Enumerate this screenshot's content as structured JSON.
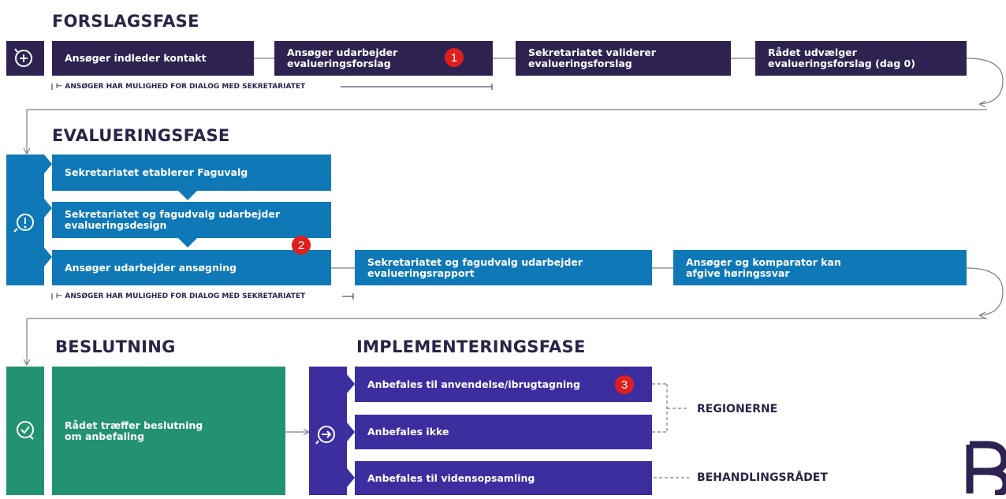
{
  "phases": {
    "forslag": {
      "title": "FORSLAGSFASE",
      "steps": [
        "Ansøger indleder kontakt",
        "Ansøger udarbejder\nevalueringsforslag",
        "Sekretariatet validerer\nevalueringsforslag",
        "Rådet udvælger\nevalueringsforslag (dag 0)"
      ],
      "note": "ANSØGER HAR MULIGHED FOR DIALOG MED SEKRETARIATET"
    },
    "evaluering": {
      "title": "EVALUERINGSFASE",
      "steps": [
        "Sekretariatet etablerer Faguvalg",
        "Sekretariatet og fagudvalg udarbejder\nevalueringsdesign",
        "Ansøger udarbejder ansøgning",
        "Sekretariatet og fagudvalg udarbejder\nevalueringsrapport",
        "Ansøger og komparator kan\nafgive høringssvar"
      ],
      "note": "ANSØGER HAR MULIGHED FOR DIALOG MED SEKRETARIATET"
    },
    "beslutning": {
      "title": "BESLUTNING",
      "step": "Rådet træffer beslutning\nom anbefaling"
    },
    "implementering": {
      "title": "IMPLEMENTERINGSFASE",
      "steps": [
        "Anbefales til anvendelse/ibrugtagning",
        "Anbefales ikke",
        "Anbefales til vidensopsamling"
      ],
      "targets": [
        "REGIONERNE",
        "BEHANDLINGSRÅDET"
      ]
    }
  },
  "badges": [
    "1",
    "2",
    "3"
  ],
  "colors": {
    "forslag": "#2e2350",
    "evaluering": "#0f79b8",
    "beslutning": "#229270",
    "implementering": "#3d2ea0"
  },
  "icons": [
    "plus-circle-icon",
    "exclamation-circle-icon",
    "check-circle-icon",
    "arrow-circle-icon",
    "logo-b-icon"
  ]
}
